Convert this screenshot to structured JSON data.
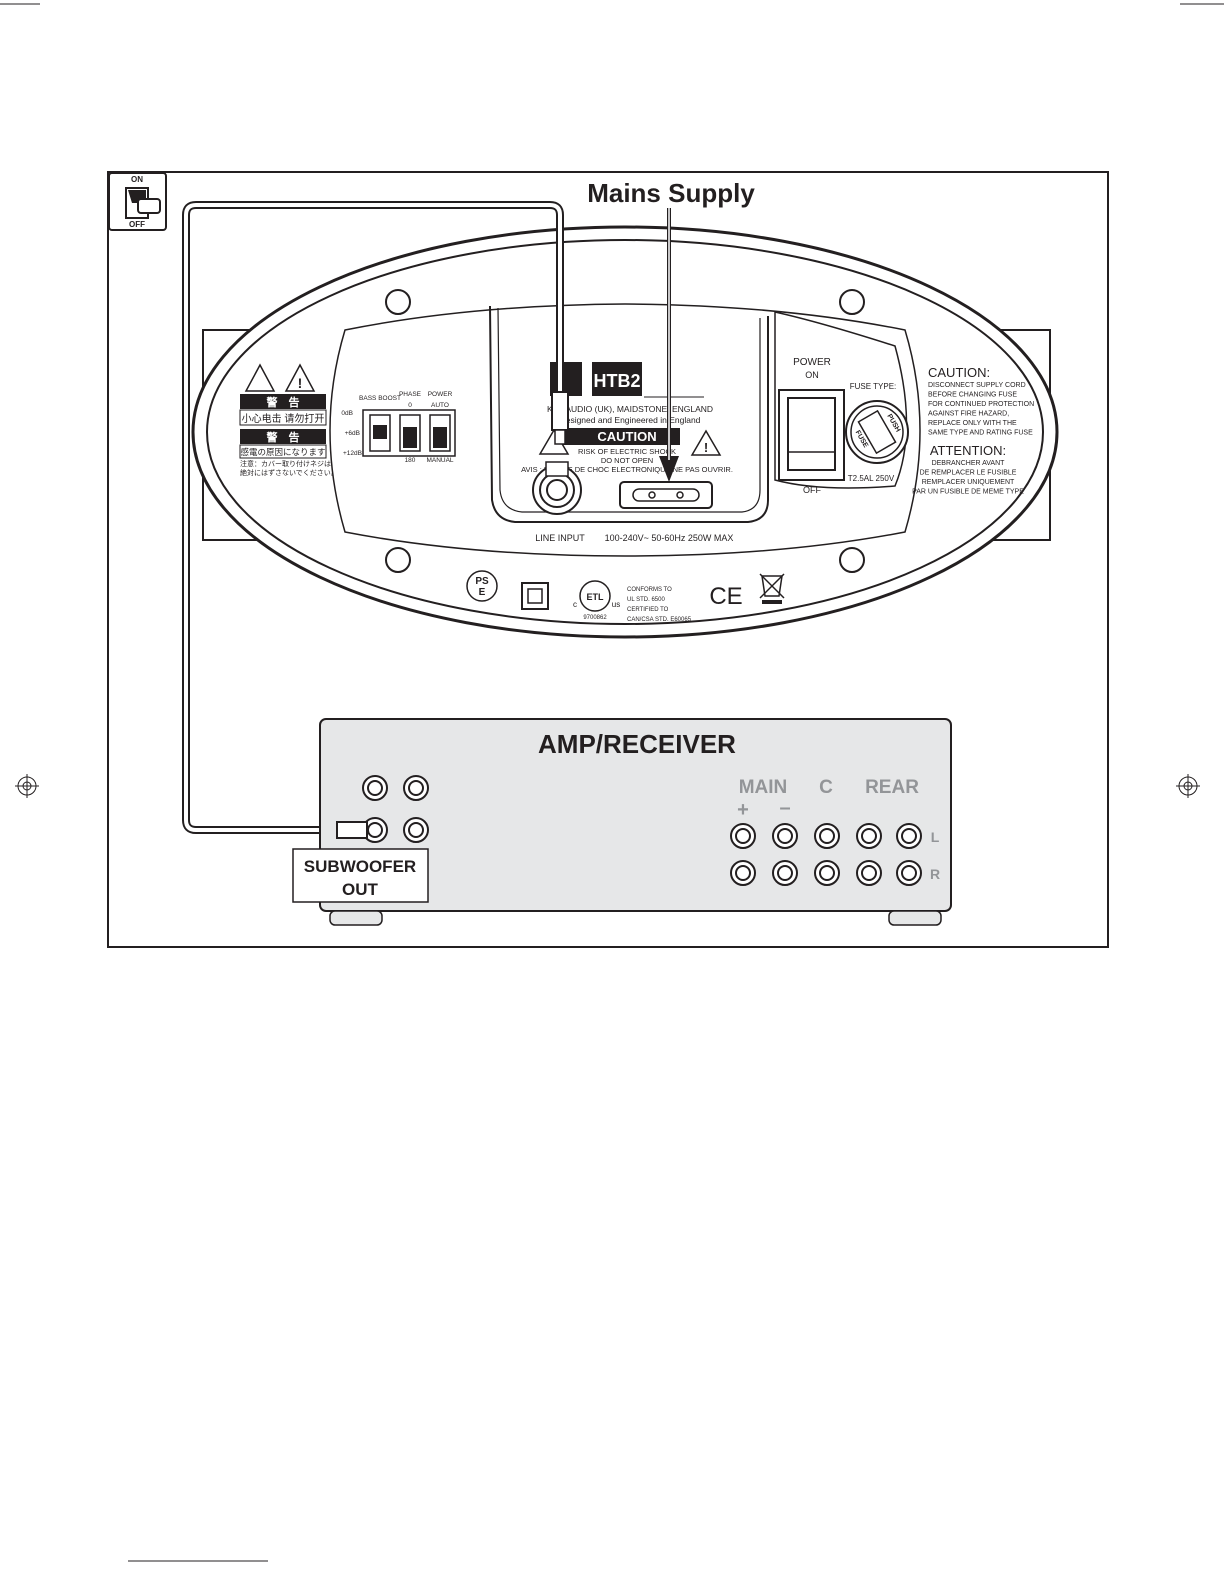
{
  "title": "Mains Supply",
  "switch": {
    "on": "ON",
    "off": "OFF"
  },
  "panel": {
    "brand": "HTB2",
    "address": "KEF AUDIO (UK), MAIDSTONE, ENGLAND",
    "designed": "Designed and Engineered in England",
    "caution_banner": "CAUTION",
    "risk_line1": "RISK OF ELECTRIC SHOCK",
    "risk_line2": "DO NOT OPEN",
    "avis": "AVIS : RISQUE DE CHOC ELECTRONIQUE NE PAS OUVRIR.",
    "line_input": "LINE INPUT",
    "rating": "100-240V~ 50-60Hz 250W MAX",
    "power_label": "POWER",
    "power_on": "ON",
    "power_off": "OFF",
    "fuse_type": "FUSE TYPE:",
    "fuse_rating": "T2.5AL 250V",
    "fuse_push": "PUSH",
    "fuse_word": "FUSE",
    "bass_boost": "BASS BOOST",
    "phase": "PHASE",
    "power_mode": "POWER",
    "phase_0": "0",
    "phase_180": "180",
    "auto": "AUTO",
    "manual": "MANUAL",
    "db0": "0dB",
    "db6": "+6dB",
    "db12": "+12dB",
    "jp_warning": "警　告",
    "cn_warning": "小心电击 请勿打开",
    "jp_warning2": "警　告",
    "jp_shock": "感電の原因になります",
    "jp_note1": "注意：カバー取り付けネジは",
    "jp_note2": "絶対にはずさないでください。",
    "caution_title": "CAUTION:",
    "caution_lines": [
      "DISCONNECT SUPPLY CORD",
      "BEFORE CHANGING FUSE",
      "FOR CONTINUED PROTECTION",
      "AGAINST FIRE HAZARD,",
      "REPLACE ONLY WITH THE",
      "SAME TYPE AND RATING FUSE"
    ],
    "attention_title": "ATTENTION:",
    "attention_lines": [
      "DEBRANCHER AVANT",
      "DE REMPLACER LE FUSIBLE",
      "REMPLACER UNIQUEMENT",
      "PAR UN FUSIBLE DE MEME TYPE"
    ],
    "pse_top": "PS",
    "pse_bottom": "E",
    "etl": "ETL",
    "etl_c": "c",
    "etl_us": "us",
    "etl_number": "9700862",
    "conforms_lines": [
      "CONFORMS TO",
      "UL STD. 6500",
      "CERTIFIED TO",
      "CAN/CSA STD. E60065"
    ],
    "ce": "CE"
  },
  "receiver": {
    "title": "AMP/RECEIVER",
    "main": "MAIN",
    "c": "C",
    "rear": "REAR",
    "plus": "+",
    "minus": "–",
    "left": "L",
    "right": "R",
    "sub_line1": "SUBWOOFER",
    "sub_line2": "OUT"
  }
}
